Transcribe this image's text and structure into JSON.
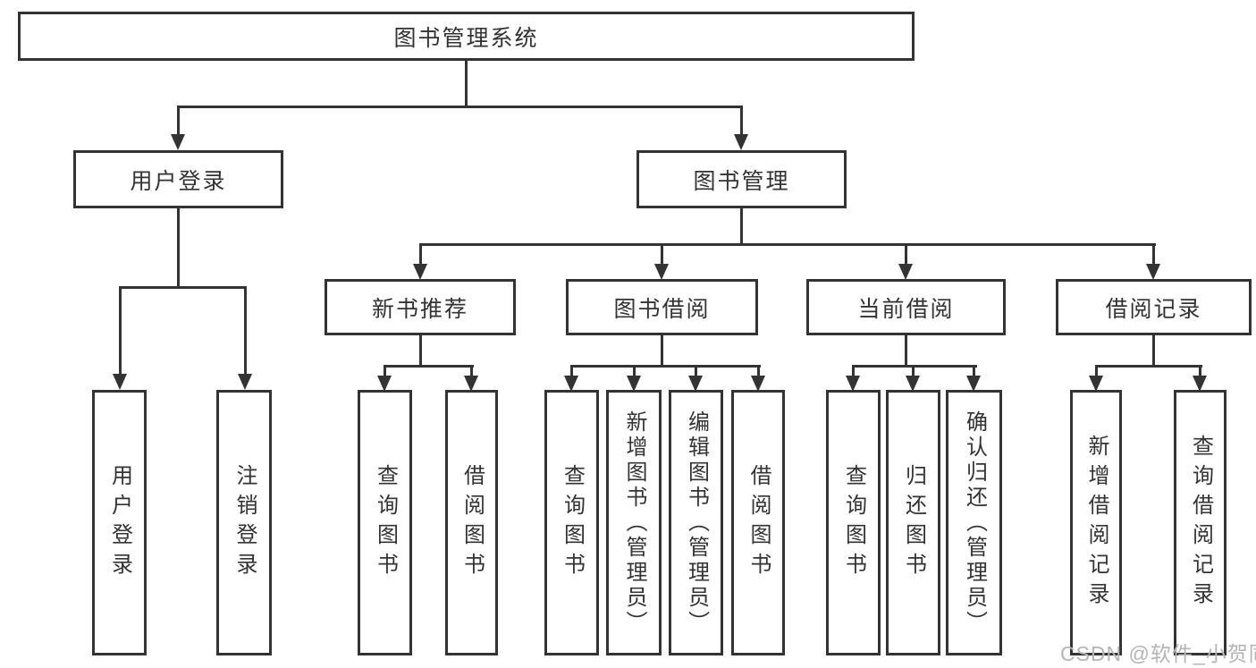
{
  "diagram": {
    "type": "tree",
    "root": {
      "label": "图书管理系统"
    },
    "level2": [
      {
        "id": "user-login",
        "label": "用户登录",
        "parent": "root"
      },
      {
        "id": "book-management",
        "label": "图书管理",
        "parent": "root"
      }
    ],
    "level3": [
      {
        "id": "new-book-recommend",
        "label": "新书推荐",
        "parent": "book-management"
      },
      {
        "id": "book-borrowing",
        "label": "图书借阅",
        "parent": "book-management"
      },
      {
        "id": "current-borrowing",
        "label": "当前借阅",
        "parent": "book-management"
      },
      {
        "id": "borrowing-records",
        "label": "借阅记录",
        "parent": "book-management"
      }
    ],
    "leaves": [
      {
        "label": "用户登录",
        "parent": "user-login"
      },
      {
        "label": "注销登录",
        "parent": "user-login"
      },
      {
        "label": "查询图书",
        "parent": "new-book-recommend"
      },
      {
        "label": "借阅图书",
        "parent": "new-book-recommend"
      },
      {
        "label": "查询图书",
        "parent": "book-borrowing"
      },
      {
        "label": "新增图书（管理员）",
        "parent": "book-borrowing"
      },
      {
        "label": "编辑图书（管理员）",
        "parent": "book-borrowing"
      },
      {
        "label": "借阅图书",
        "parent": "book-borrowing"
      },
      {
        "label": "查询图书",
        "parent": "current-borrowing"
      },
      {
        "label": "归还图书",
        "parent": "current-borrowing"
      },
      {
        "label": "确认归还（管理员）",
        "parent": "current-borrowing"
      },
      {
        "label": "新增借阅记录",
        "parent": "borrowing-records"
      },
      {
        "label": "查询借阅记录",
        "parent": "borrowing-records"
      }
    ]
  },
  "watermark": {
    "text": "CSDN @软件_小贺同学"
  },
  "colors": {
    "line": "#333333",
    "text": "#333333",
    "background": "#ffffff",
    "watermark": "#b5b5b5"
  }
}
